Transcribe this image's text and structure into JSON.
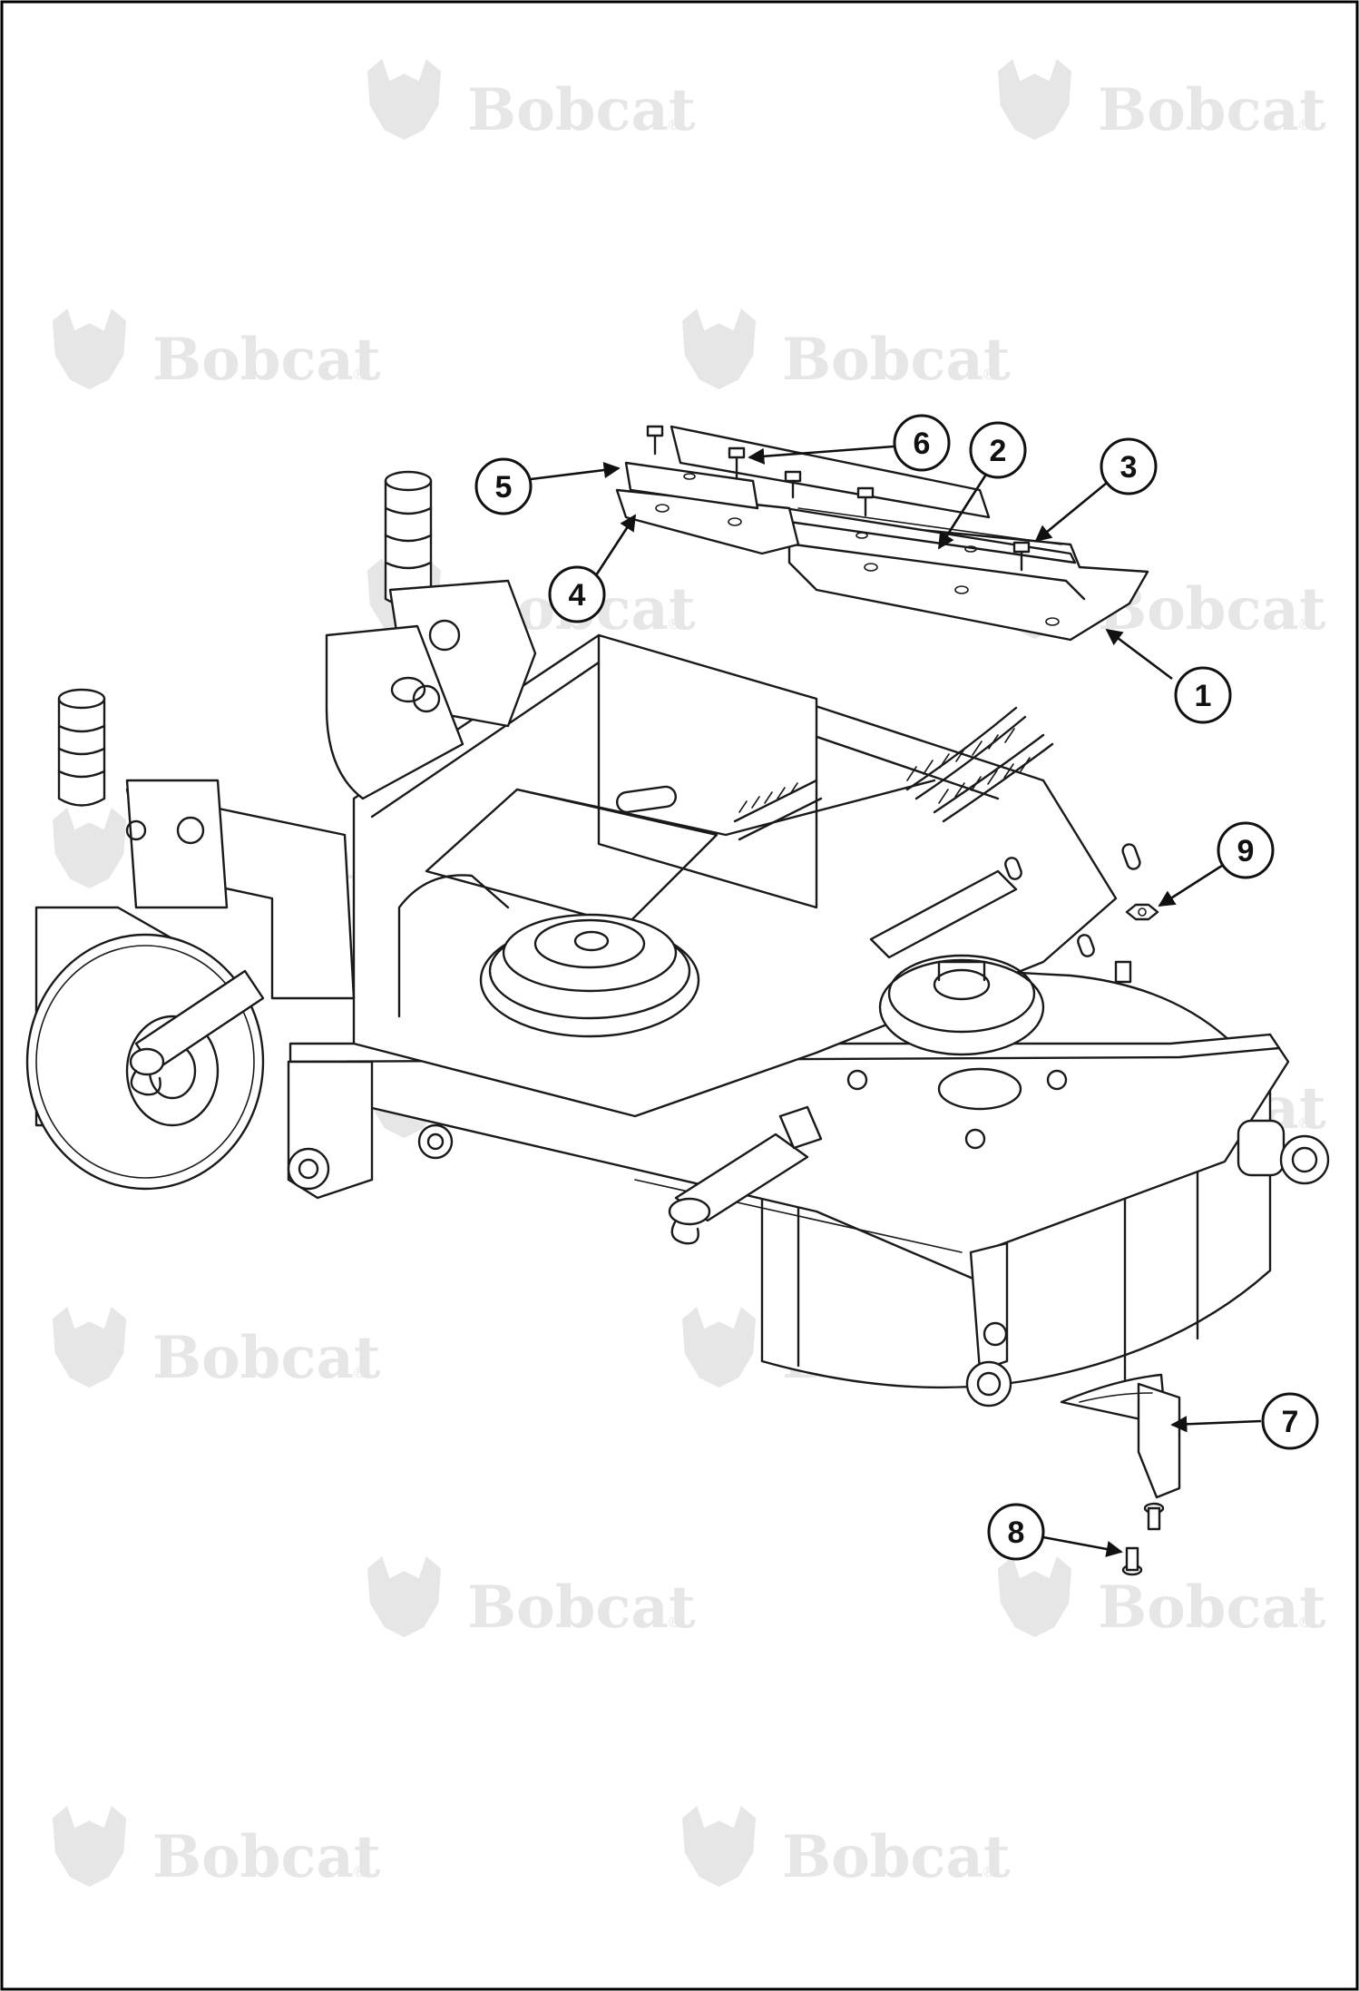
{
  "watermark": {
    "brand": "Bobcat",
    "registered_mark": "®"
  },
  "callouts": [
    {
      "id": "callout-1",
      "label": "1"
    },
    {
      "id": "callout-2",
      "label": "2"
    },
    {
      "id": "callout-3",
      "label": "3"
    },
    {
      "id": "callout-4",
      "label": "4"
    },
    {
      "id": "callout-5",
      "label": "5"
    },
    {
      "id": "callout-6",
      "label": "6"
    },
    {
      "id": "callout-7",
      "label": "7"
    },
    {
      "id": "callout-8",
      "label": "8"
    },
    {
      "id": "callout-9",
      "label": "9"
    }
  ],
  "colors": {
    "line": "#1a1a1a",
    "watermark": "#e6e6e6",
    "background": "#ffffff",
    "border": "#000000"
  }
}
